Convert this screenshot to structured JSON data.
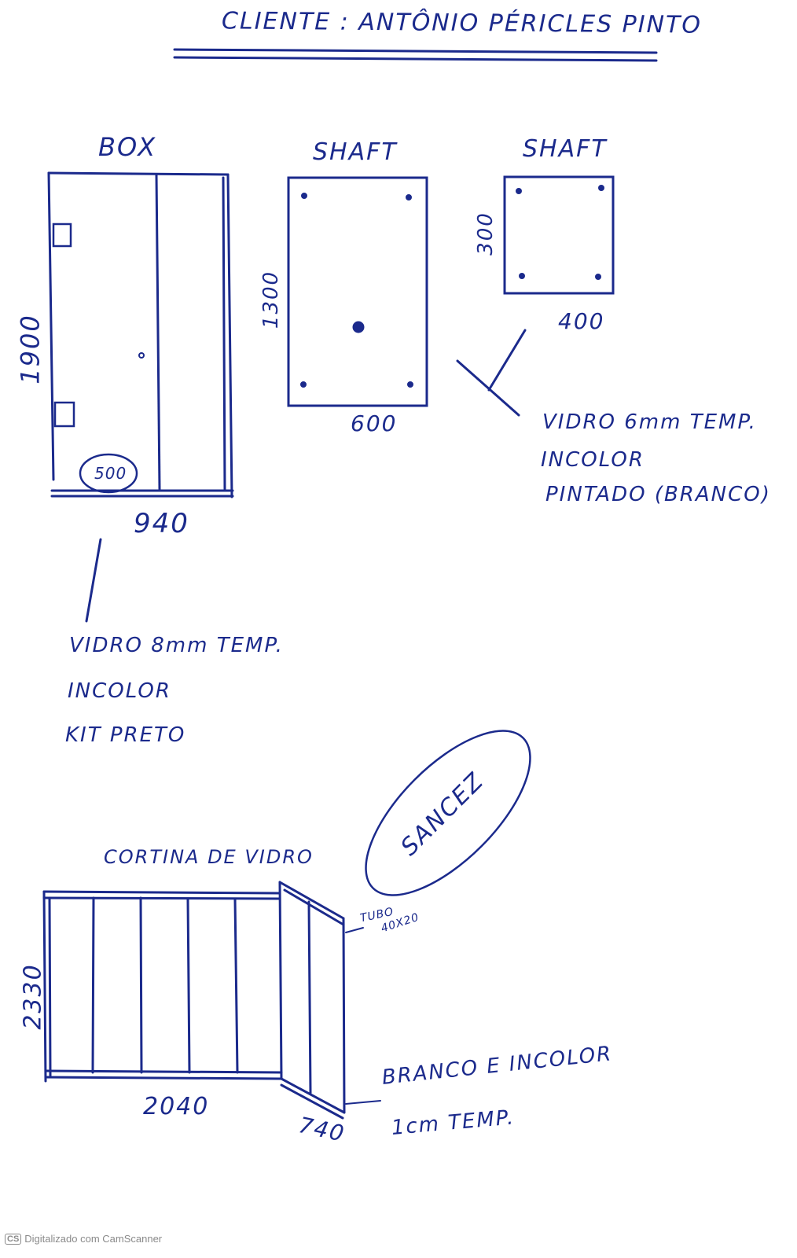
{
  "header": {
    "client": "CLIENTE : ANTÔNIO PÉRICLES PINTO"
  },
  "box": {
    "label": "BOX",
    "height": "1900",
    "width": "940",
    "door": "500",
    "notes": [
      "VIDRO 8mm TEMP.",
      "INCOLOR",
      "KIT PRETO"
    ]
  },
  "shaft1": {
    "label": "SHAFT",
    "height": "1300",
    "width": "600"
  },
  "shaft2": {
    "label": "SHAFT",
    "height": "300",
    "width": "400"
  },
  "shaft_notes": [
    "VIDRO 6mm TEMP.",
    "INCOLOR",
    "PINTADO (BRANCO)"
  ],
  "cortina": {
    "label": "CORTINA DE VIDRO",
    "height": "2330",
    "width_main": "2040",
    "width_side": "740",
    "tubo": "TUBO",
    "tubo_size": "40X20",
    "notes": [
      "BRANCO E INCOLOR",
      "1cm TEMP."
    ]
  },
  "stamp": "SANCEZ",
  "footer": {
    "badge": "CS",
    "text": "Digitalizado com CamScanner"
  },
  "colors": {
    "ink": "#1b2a8c",
    "footer": "#8a8a8a"
  }
}
